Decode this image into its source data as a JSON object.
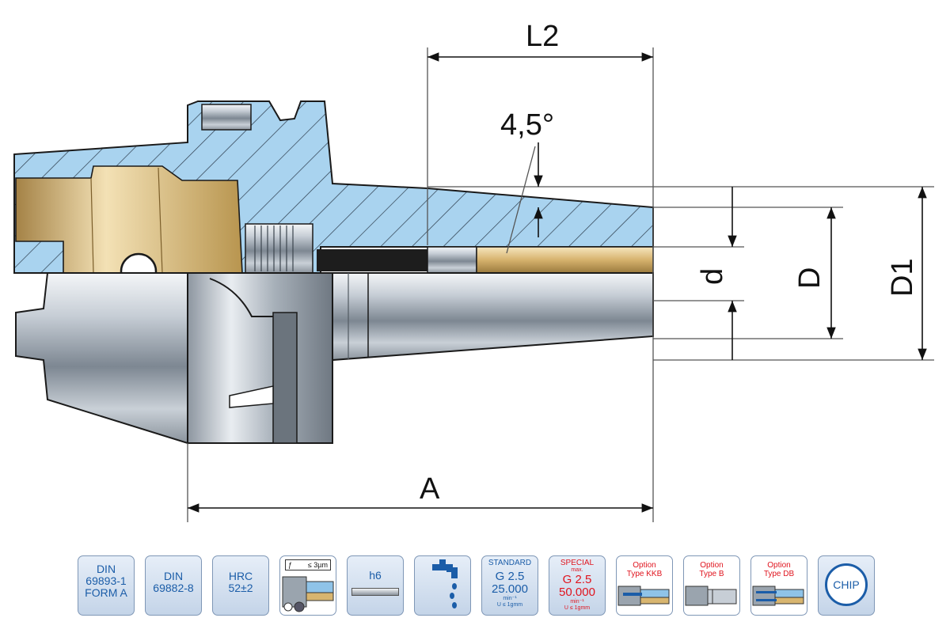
{
  "dimensions": {
    "L2": "L2",
    "angle": "4,5°",
    "d": "d",
    "D": "D",
    "D1": "D1",
    "A": "A"
  },
  "badges": {
    "din1": {
      "l1": "DIN",
      "l2": "69893-1",
      "l3": "FORM A"
    },
    "din2": {
      "l1": "DIN",
      "l2": "69882-8"
    },
    "hrc": {
      "l1": "HRC",
      "l2": "52±2"
    },
    "runout": {
      "label": "≤ 3µm"
    },
    "h6": {
      "label": "h6"
    },
    "standard": {
      "l1": "STANDARD",
      "l2": "G 2.5",
      "l3": "25.000",
      "unit": "min⁻¹",
      "note": "U ≤ 1gmm"
    },
    "special": {
      "l1": "SPECIAL",
      "l2": "max.",
      "l3": "G 2.5",
      "l4": "50.000",
      "unit": "min⁻¹",
      "note": "U ≤ 1gmm"
    },
    "kkb": {
      "l1": "Option",
      "l2": "Type KKB"
    },
    "typeb": {
      "l1": "Option",
      "l2": "Type B"
    },
    "typedb": {
      "l1": "Option",
      "l2": "Type DB"
    },
    "chip": {
      "label": "CHIP"
    }
  },
  "colors": {
    "section_fill": "#a9d3ef",
    "brass": "#d9b97a",
    "steel": "#b9c0c8",
    "badge_text": "#1b5da8",
    "accent_red": "#e0141e"
  }
}
